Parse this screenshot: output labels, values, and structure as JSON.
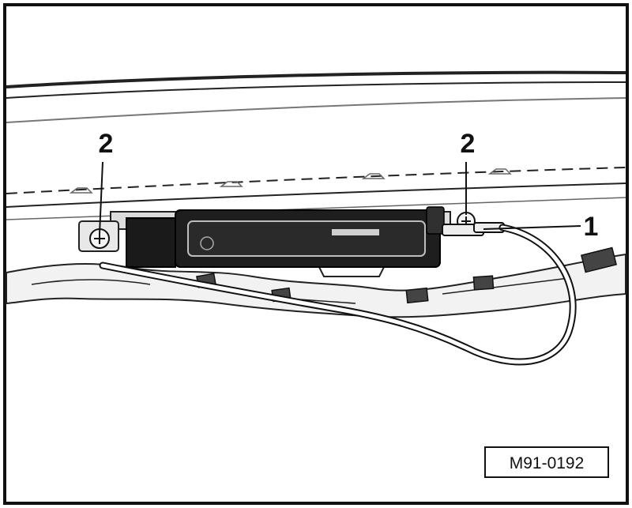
{
  "figure": {
    "callouts": [
      {
        "id": "antenna_amplifier",
        "text": "1"
      },
      {
        "id": "screw_left",
        "text": "2"
      },
      {
        "id": "screw_right",
        "text": "2"
      }
    ],
    "reference_code": "M91-0192"
  }
}
